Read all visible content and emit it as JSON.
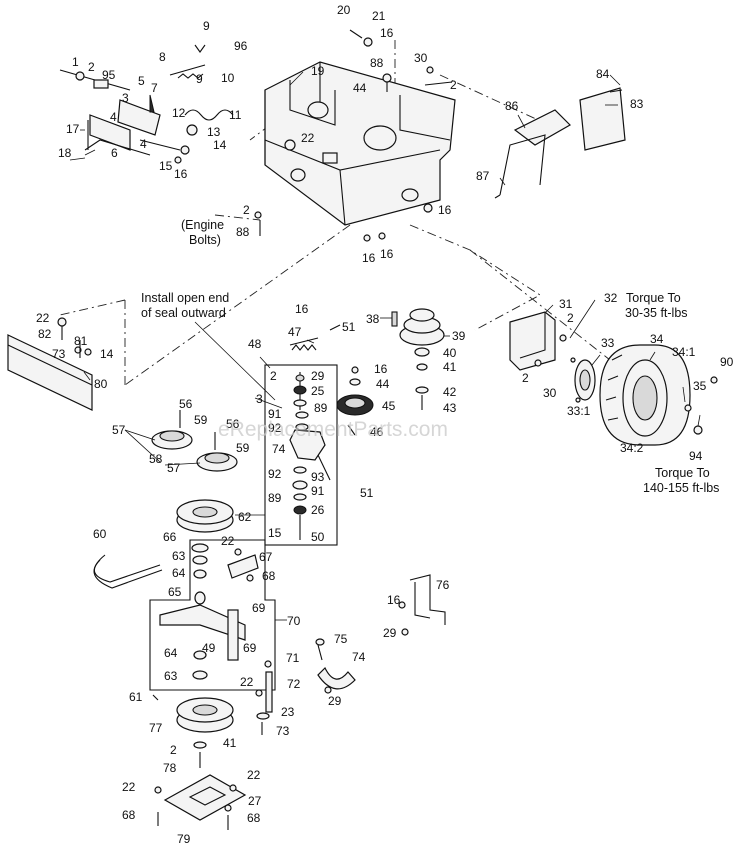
{
  "notes": {
    "engine_bolts_line1": "(Engine",
    "engine_bolts_line2": "Bolts)",
    "seal_line1": "Install open end",
    "seal_line2": "of seal outward",
    "torque1_line1": "Torque To",
    "torque1_line2": "30-35 ft-lbs",
    "torque2_line1": "Torque To",
    "torque2_line2": "140-155 ft-lbs"
  },
  "watermark": "eReplacementParts.com",
  "callouts": [
    {
      "id": "c1",
      "text": "1"
    },
    {
      "id": "c2",
      "text": "2"
    },
    {
      "id": "c95",
      "text": "95"
    },
    {
      "id": "c9",
      "text": "9"
    },
    {
      "id": "c96",
      "text": "96"
    },
    {
      "id": "c8",
      "text": "8"
    },
    {
      "id": "c9b",
      "text": "9"
    },
    {
      "id": "c10",
      "text": "10"
    },
    {
      "id": "c5",
      "text": "5"
    },
    {
      "id": "c7",
      "text": "7"
    },
    {
      "id": "c4",
      "text": "4"
    },
    {
      "id": "c3",
      "text": "3"
    },
    {
      "id": "c12",
      "text": "12"
    },
    {
      "id": "c11",
      "text": "11"
    },
    {
      "id": "c13",
      "text": "13"
    },
    {
      "id": "c14",
      "text": "14"
    },
    {
      "id": "c17",
      "text": "17"
    },
    {
      "id": "c6",
      "text": "6"
    },
    {
      "id": "c4b",
      "text": "4"
    },
    {
      "id": "c15",
      "text": "15"
    },
    {
      "id": "c16",
      "text": "16"
    },
    {
      "id": "c18",
      "text": "18"
    },
    {
      "id": "c20",
      "text": "20"
    },
    {
      "id": "c21",
      "text": "21"
    },
    {
      "id": "c16b",
      "text": "16"
    },
    {
      "id": "c19",
      "text": "19"
    },
    {
      "id": "c88",
      "text": "88"
    },
    {
      "id": "c44",
      "text": "44"
    },
    {
      "id": "c30",
      "text": "30"
    },
    {
      "id": "c2b",
      "text": "2"
    },
    {
      "id": "c84",
      "text": "84"
    },
    {
      "id": "c83",
      "text": "83"
    },
    {
      "id": "c86",
      "text": "86"
    },
    {
      "id": "c22",
      "text": "22"
    },
    {
      "id": "c87",
      "text": "87"
    },
    {
      "id": "c2c",
      "text": "2"
    },
    {
      "id": "c88b",
      "text": "88"
    },
    {
      "id": "c16c",
      "text": "16"
    },
    {
      "id": "c16d",
      "text": "16"
    },
    {
      "id": "c16e",
      "text": "16"
    },
    {
      "id": "c22b",
      "text": "22"
    },
    {
      "id": "c82",
      "text": "82"
    },
    {
      "id": "c81",
      "text": "81"
    },
    {
      "id": "c73",
      "text": "73"
    },
    {
      "id": "c14b",
      "text": "14"
    },
    {
      "id": "c80",
      "text": "80"
    },
    {
      "id": "c16f",
      "text": "16"
    },
    {
      "id": "c47",
      "text": "47"
    },
    {
      "id": "c51",
      "text": "51"
    },
    {
      "id": "c38",
      "text": "38"
    },
    {
      "id": "c39",
      "text": "39"
    },
    {
      "id": "c31",
      "text": "31"
    },
    {
      "id": "c32",
      "text": "32"
    },
    {
      "id": "c2d",
      "text": "2"
    },
    {
      "id": "c48",
      "text": "48"
    },
    {
      "id": "c2e",
      "text": "2"
    },
    {
      "id": "c29",
      "text": "29"
    },
    {
      "id": "c25",
      "text": "25"
    },
    {
      "id": "c3b",
      "text": "3"
    },
    {
      "id": "c89",
      "text": "89"
    },
    {
      "id": "c91",
      "text": "91"
    },
    {
      "id": "c92",
      "text": "92"
    },
    {
      "id": "c74",
      "text": "74"
    },
    {
      "id": "c16g",
      "text": "16"
    },
    {
      "id": "c44b",
      "text": "44"
    },
    {
      "id": "c45",
      "text": "45"
    },
    {
      "id": "c46",
      "text": "46"
    },
    {
      "id": "c40",
      "text": "40"
    },
    {
      "id": "c41",
      "text": "41"
    },
    {
      "id": "c42",
      "text": "42"
    },
    {
      "id": "c43",
      "text": "43"
    },
    {
      "id": "c33",
      "text": "33"
    },
    {
      "id": "c34",
      "text": "34"
    },
    {
      "id": "c34_1",
      "text": "34:1"
    },
    {
      "id": "c90",
      "text": "90"
    },
    {
      "id": "c2f",
      "text": "2"
    },
    {
      "id": "c30b",
      "text": "30"
    },
    {
      "id": "c33_1",
      "text": "33:1"
    },
    {
      "id": "c35",
      "text": "35"
    },
    {
      "id": "c34_2",
      "text": "34:2"
    },
    {
      "id": "c94",
      "text": "94"
    },
    {
      "id": "c57",
      "text": "57"
    },
    {
      "id": "c56",
      "text": "56"
    },
    {
      "id": "c59",
      "text": "59"
    },
    {
      "id": "c56b",
      "text": "56"
    },
    {
      "id": "c59b",
      "text": "59"
    },
    {
      "id": "c58",
      "text": "58"
    },
    {
      "id": "c57b",
      "text": "57"
    },
    {
      "id": "c92b",
      "text": "92"
    },
    {
      "id": "c93",
      "text": "93"
    },
    {
      "id": "c91b",
      "text": "91"
    },
    {
      "id": "c89b",
      "text": "89"
    },
    {
      "id": "c51b",
      "text": "51"
    },
    {
      "id": "c26",
      "text": "26"
    },
    {
      "id": "c15b",
      "text": "15"
    },
    {
      "id": "c50",
      "text": "50"
    },
    {
      "id": "c62",
      "text": "62"
    },
    {
      "id": "c60",
      "text": "60"
    },
    {
      "id": "c66",
      "text": "66"
    },
    {
      "id": "c22c",
      "text": "22"
    },
    {
      "id": "c63",
      "text": "63"
    },
    {
      "id": "c67",
      "text": "67"
    },
    {
      "id": "c64",
      "text": "64"
    },
    {
      "id": "c68",
      "text": "68"
    },
    {
      "id": "c65",
      "text": "65"
    },
    {
      "id": "c69",
      "text": "69"
    },
    {
      "id": "c70",
      "text": "70"
    },
    {
      "id": "c49",
      "text": "49"
    },
    {
      "id": "c64b",
      "text": "64"
    },
    {
      "id": "c69b",
      "text": "69"
    },
    {
      "id": "c71",
      "text": "71"
    },
    {
      "id": "c63b",
      "text": "63"
    },
    {
      "id": "c22d",
      "text": "22"
    },
    {
      "id": "c72",
      "text": "72"
    },
    {
      "id": "c61",
      "text": "61"
    },
    {
      "id": "c23",
      "text": "23"
    },
    {
      "id": "c77",
      "text": "77"
    },
    {
      "id": "c73b",
      "text": "73"
    },
    {
      "id": "c2g",
      "text": "2"
    },
    {
      "id": "c41b",
      "text": "41"
    },
    {
      "id": "c78",
      "text": "78"
    },
    {
      "id": "c22e",
      "text": "22"
    },
    {
      "id": "c22f",
      "text": "22"
    },
    {
      "id": "c27",
      "text": "27"
    },
    {
      "id": "c68b",
      "text": "68"
    },
    {
      "id": "c68c",
      "text": "68"
    },
    {
      "id": "c79",
      "text": "79"
    },
    {
      "id": "c16h",
      "text": "16"
    },
    {
      "id": "c29b",
      "text": "29"
    },
    {
      "id": "c76",
      "text": "76"
    },
    {
      "id": "c75",
      "text": "75"
    },
    {
      "id": "c74b",
      "text": "74"
    },
    {
      "id": "c29c",
      "text": "29"
    }
  ]
}
